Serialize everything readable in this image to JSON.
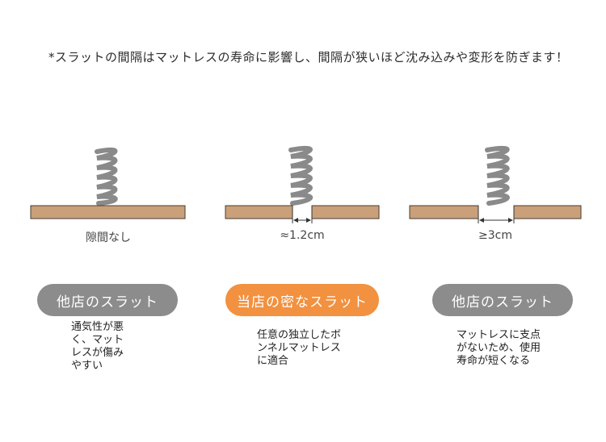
{
  "headline": "*スラットの間隔はマットレスの寿命に影響し、間隔が狭いほど沈み込みや変形を防ぎます！",
  "colors": {
    "board": "#c9a07a",
    "board_edge": "#4a3b2e",
    "spring": "#8a8a8a",
    "pill_gray": "#8c8c8c",
    "pill_orange": "#f2913f"
  },
  "columns": [
    {
      "gap_caption": "隙間なし",
      "pill_label": "他店のスラット",
      "pill_style": "gray",
      "description": "通気性が悪\nく、マット\nレスが傷み\nやすい"
    },
    {
      "gap_caption": "≈1.2cm",
      "pill_label": "当店の密なスラット",
      "pill_style": "orange",
      "description": "任意の独立したボ\nンネルマットレス\nに適合"
    },
    {
      "gap_caption": "≥3cm",
      "pill_label": "他店のスラット",
      "pill_style": "gray",
      "description": "マットレスに支点\nがないため、使用\n寿命が短くなる"
    }
  ]
}
